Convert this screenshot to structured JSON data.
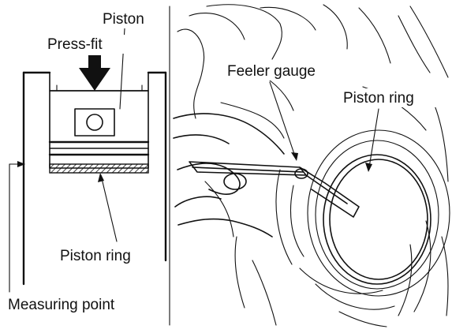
{
  "labels": {
    "piston": "Piston",
    "press_fit": "Press-fit",
    "piston_ring_left": "Piston ring",
    "measuring_point": "Measuring point",
    "feeler_gauge": "Feeler gauge",
    "piston_ring_right": "Piston ring"
  }
}
